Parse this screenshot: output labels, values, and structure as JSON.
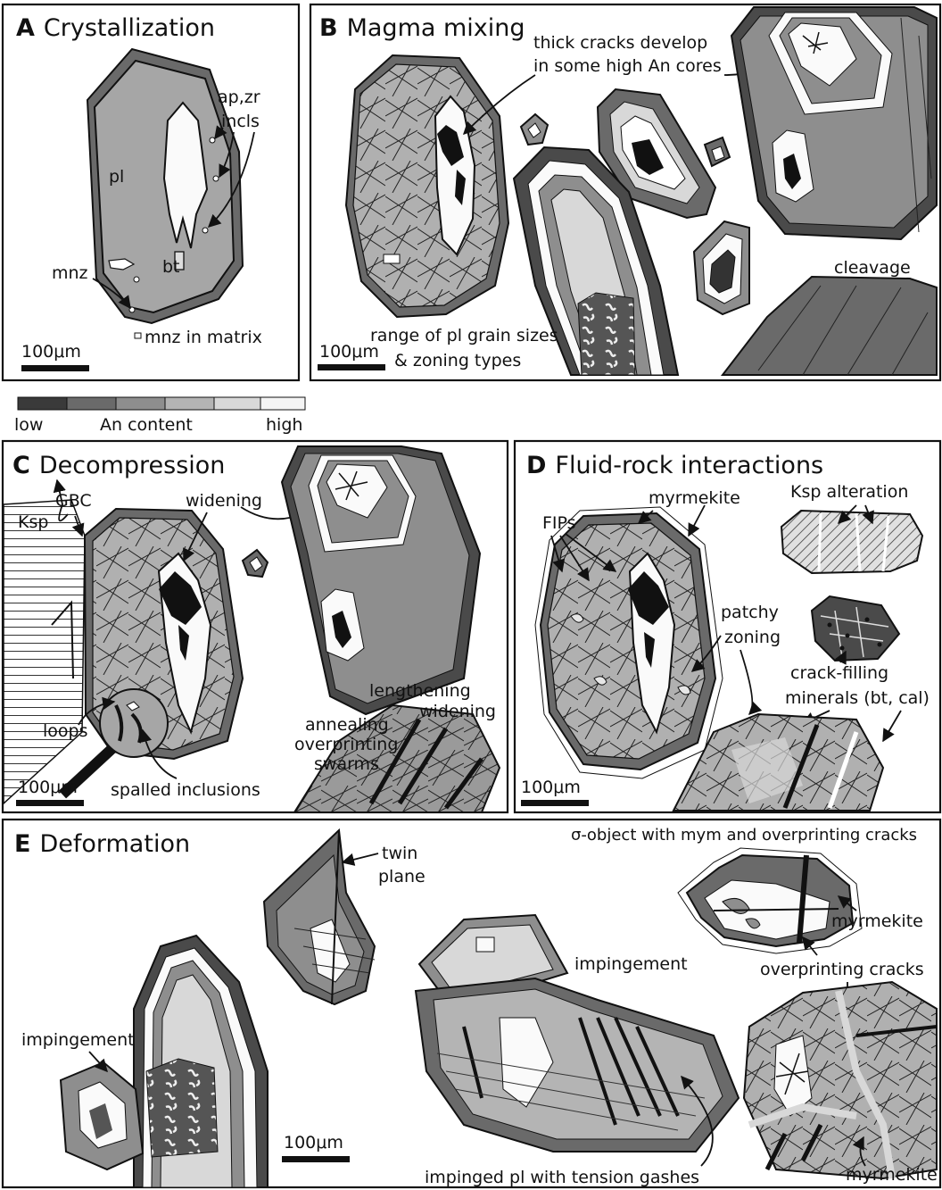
{
  "panels": {
    "a": {
      "letter": "A",
      "title": "Crystallization",
      "labels": {
        "apzr": "ap,zr",
        "incls": "incls",
        "pl": "pl",
        "mnz": "mnz",
        "bt": "bt",
        "mnz_matrix": "mnz in matrix"
      },
      "scale": "100μm"
    },
    "b": {
      "letter": "B",
      "title": "Magma mixing",
      "labels": {
        "cracks1": "thick cracks develop",
        "cracks2": "in some high An cores",
        "cleavage": "cleavage",
        "range1": "range of pl grain sizes",
        "range2": "& zoning types"
      },
      "scale": "100μm"
    },
    "c": {
      "letter": "C",
      "title": "Decompression",
      "labels": {
        "gbc": "GBC",
        "ksp": "Ksp",
        "widening": "widening",
        "loops": "loops",
        "spalled": "spalled inclusions",
        "lengthening": "lengthening",
        "widening2": "widening",
        "annealing": "annealing",
        "overprinting": "overprinting",
        "swarms": "swarms"
      },
      "scale": "100μm"
    },
    "d": {
      "letter": "D",
      "title": "Fluid-rock interactions",
      "labels": {
        "myrmekite": "myrmekite",
        "fips": "FIPs",
        "ksp_alt": "Ksp alteration",
        "patchy": "patchy",
        "zoning": "zoning",
        "crackfill1": "crack-filling",
        "crackfill2": "minerals (bt, cal)"
      },
      "scale": "100μm"
    },
    "e": {
      "letter": "E",
      "title": "Deformation",
      "labels": {
        "twin1": "twin",
        "twin2": "plane",
        "sigma": "σ-object with mym and overprinting cracks",
        "myrmekite1": "myrmekite",
        "impingement1": "impingement",
        "overprinting": "overprinting cracks",
        "impingement2": "impingement",
        "impinged": "impinged pl with tension gashes",
        "myrmekite2": "myrmekite"
      },
      "scale": "100μm"
    }
  },
  "legend": {
    "low": "low",
    "title": "An content",
    "high": "high",
    "colors": [
      "#3a3a3a",
      "#6a6a6a",
      "#8e8e8e",
      "#b4b4b4",
      "#d8d8d8",
      "#f4f4f4"
    ]
  }
}
